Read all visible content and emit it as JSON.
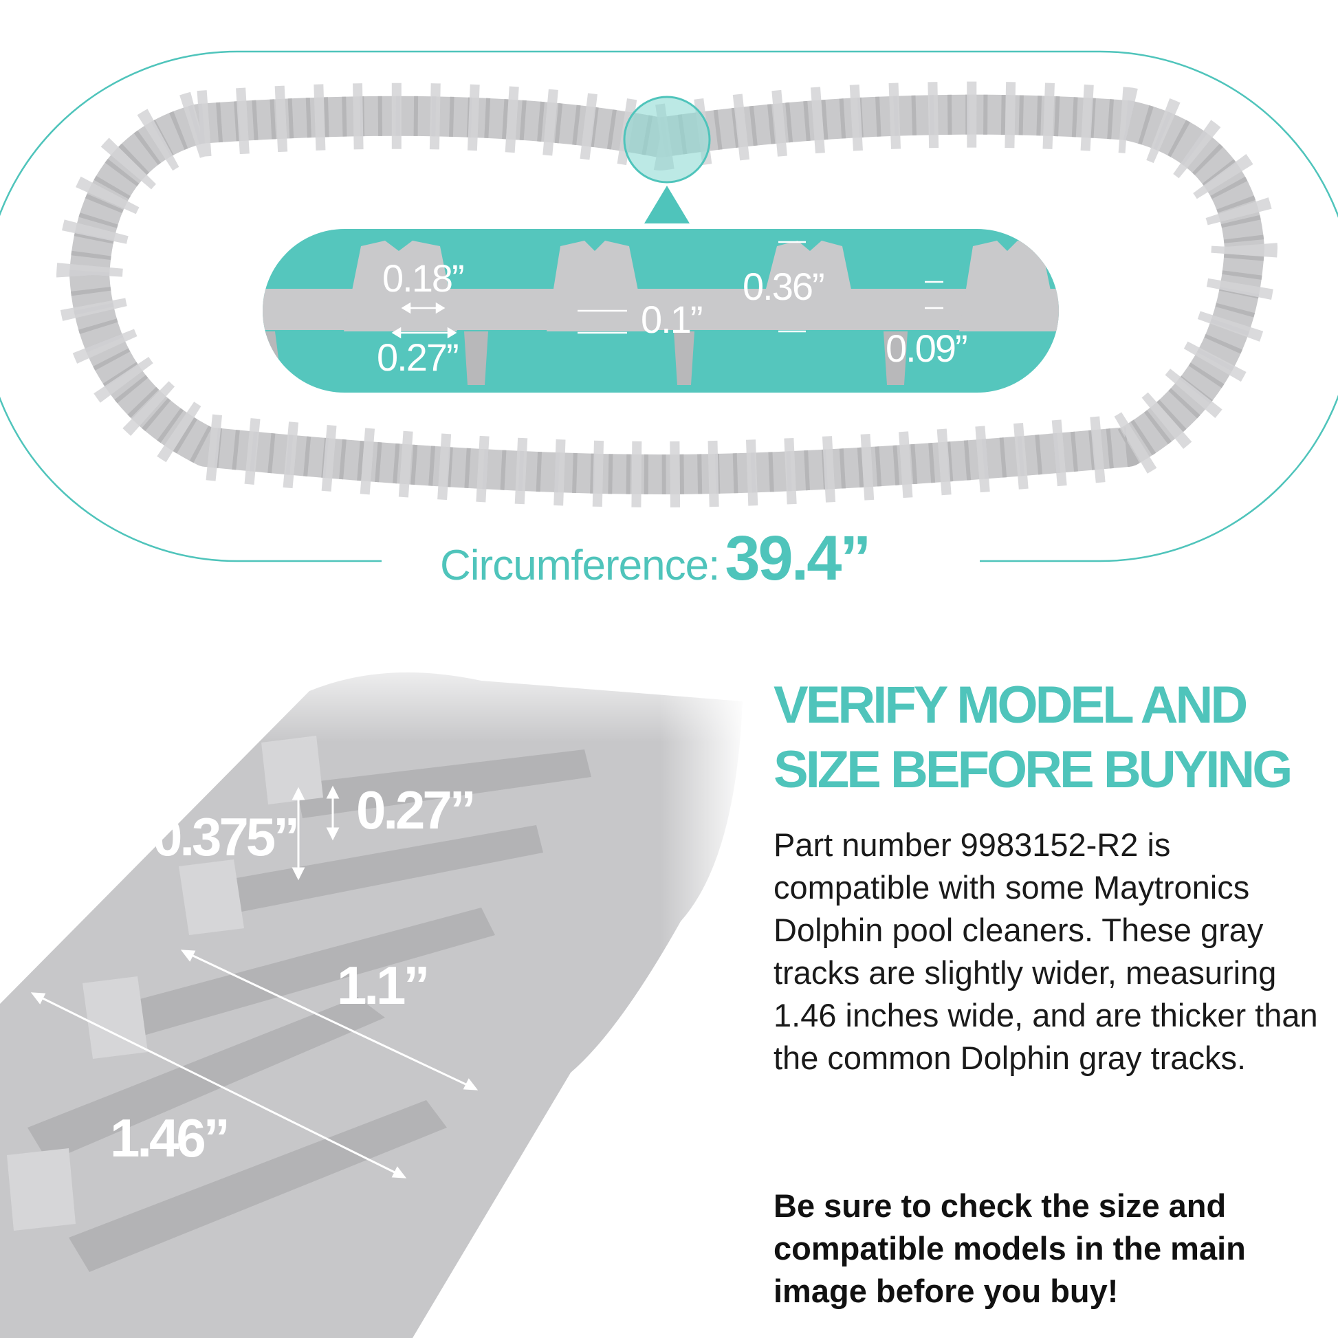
{
  "top_panel": {
    "dimensions": {
      "tooth_top_width": "0.18”",
      "tooth_base_width": "0.27”",
      "belt_inner_thickness": "0.1”",
      "lug_height": "0.36”",
      "gap_thickness": "0.09”"
    },
    "circumference_label": "Circumference:",
    "circumference_value": "39.4”"
  },
  "closeup": {
    "dimensions": {
      "cleat_height_outer": "0.375”",
      "cleat_height_inner": "0.27”",
      "cleat_length": "1.1”",
      "track_width": "1.46”"
    }
  },
  "info": {
    "headline_line1": "VERIFY MODEL AND",
    "headline_line2": "SIZE BEFORE BUYING",
    "body": "Part number 9983152-R2 is compatible with some Maytronics Dolphin pool cleaners.  These gray tracks are slightly wider, measuring 1.46 inches wide, and are thicker than the common Dolphin gray tracks.",
    "cta": "Be sure to check the size and compatible models in the main image before you buy!"
  },
  "colors": {
    "accent": "#4fc4bb",
    "track_gray": "#c9c9cb",
    "track_shadow": "#a9a9ab",
    "text_dark": "#1a1a1a"
  }
}
